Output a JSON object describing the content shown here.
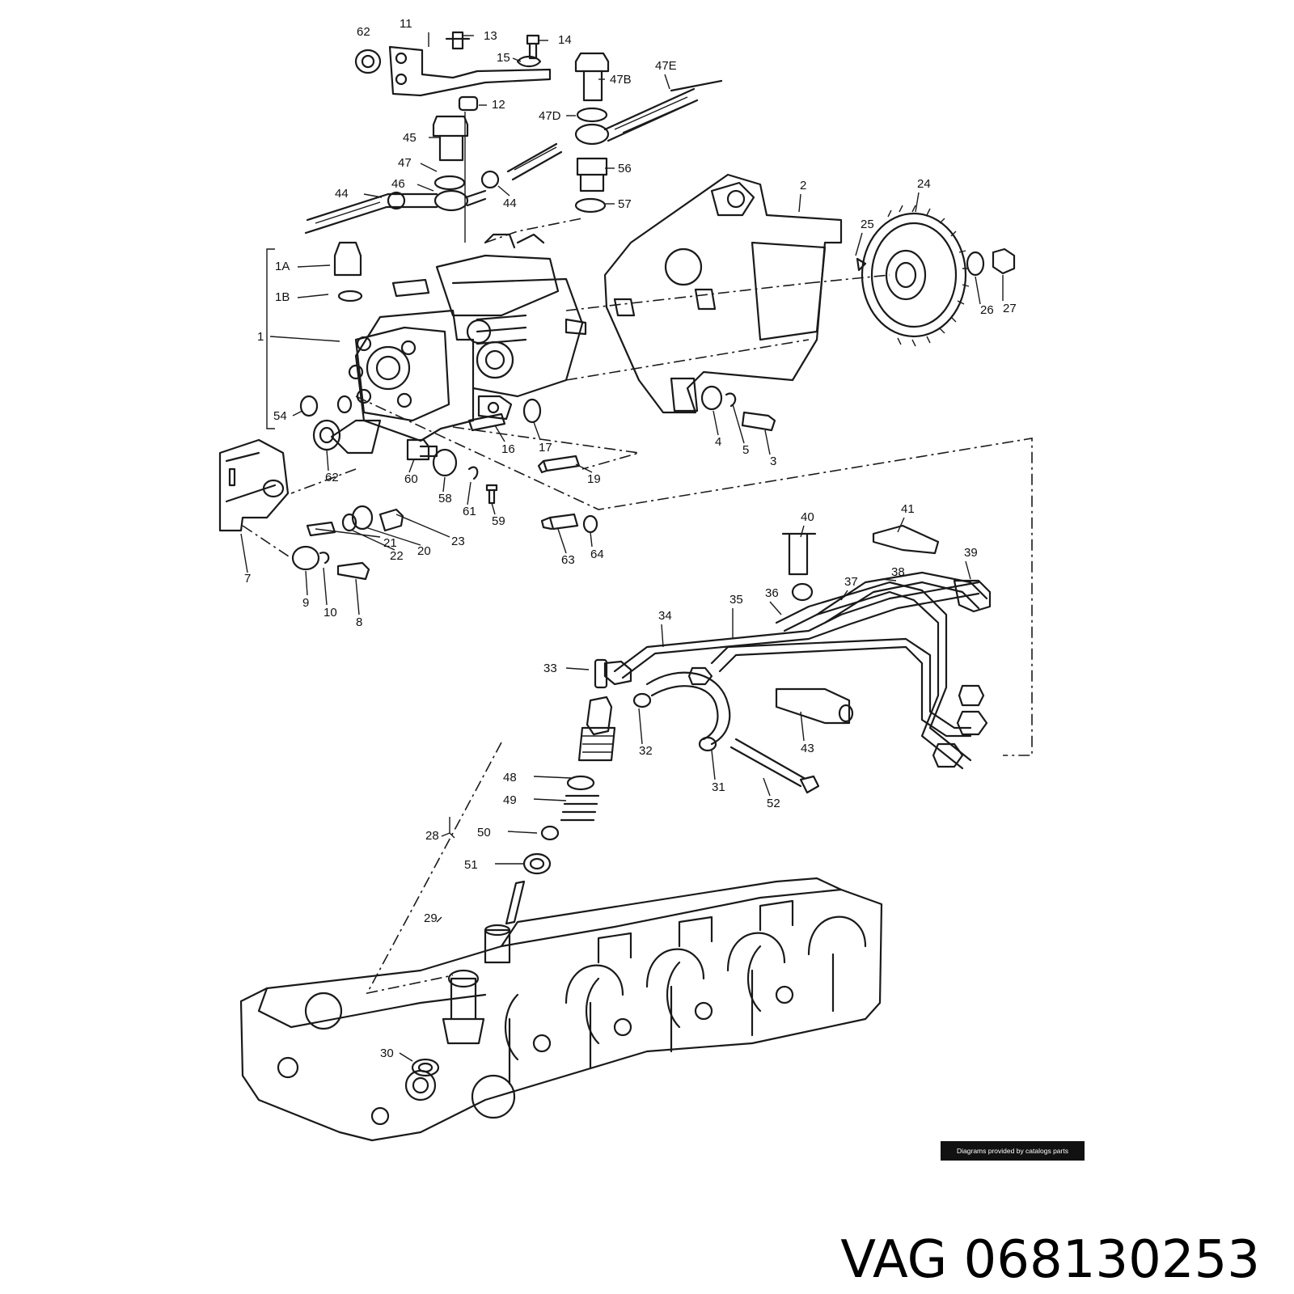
{
  "diagram": {
    "callouts": [
      "62",
      "11",
      "13",
      "14",
      "15",
      "47B",
      "47E",
      "12",
      "47D",
      "45",
      "47",
      "46",
      "44",
      "44",
      "56",
      "57",
      "2",
      "24",
      "25",
      "1A",
      "1B",
      "1",
      "26",
      "27",
      "54",
      "62",
      "60",
      "58",
      "61",
      "59",
      "16",
      "17",
      "19",
      "4",
      "5",
      "3",
      "7",
      "21",
      "22",
      "20",
      "23",
      "9",
      "10",
      "8",
      "63",
      "64",
      "40",
      "41",
      "39",
      "38",
      "37",
      "36",
      "35",
      "34",
      "33",
      "32",
      "31",
      "52",
      "43",
      "48",
      "49",
      "50",
      "51",
      "28",
      "29",
      "30"
    ]
  },
  "credit": "Diagrams provided by catalogs parts",
  "caption": {
    "brand": "VAG",
    "part_number": "068130253"
  }
}
